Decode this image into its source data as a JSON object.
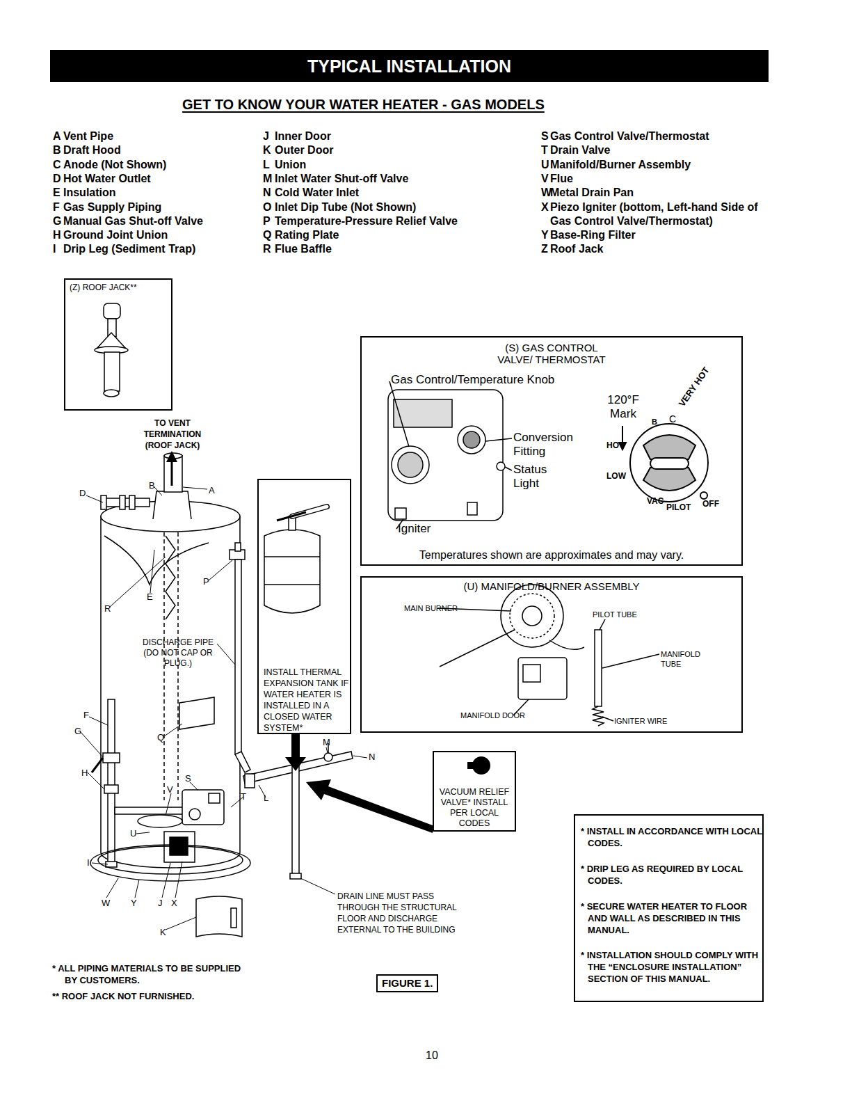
{
  "diagram": {
    "title": "TYPICAL INSTALLATION",
    "caption": "FIGURE 1.",
    "nodes": [
      {
        "text": [
          "(Z) ROOF JACK**"
        ]
      },
      {
        "text": [
          "INSTALL THERMAL EXPANSION TANK IF WATER HEATER IS INSTALLED IN A CLOSED WATER SYSTEM*"
        ]
      },
      {
        "text": [
          "(S) GAS CONTROL VALVE/ THERMOSTAT",
          "Temperatures shown are approximates and may vary."
        ]
      },
      {
        "text": [
          "(U) MANIFOLD/BURNER ASSEMBLY"
        ]
      },
      {
        "text": [
          "VACUUM RELIEF VALVE* INSTALL PER LOCAL CODES"
        ]
      },
      {
        "text": [
          "* INSTALL IN ACCORDANCE WITH LOCAL CODES.",
          "* DRIP LEG AS REQUIRED BY LOCAL CODES.",
          "* SECURE WATER HEATER TO FLOOR AND WALL AS DESCRIBED IN THIS MANUAL.",
          "* INSTALLATION SHOULD COMPLY WITH THE “ENCLOSURE INSTALLATION” SECTION OF THIS MANUAL."
        ]
      }
    ],
    "labels": [
      "GET TO KNOW YOUR WATER HEATER - GAS MODELS",
      "A",
      "Vent Pipe",
      "B",
      "Draft Hood",
      "C",
      "Anode (Not Shown)",
      "D",
      "Hot Water Outlet",
      "E",
      "Insulation",
      "F",
      "Gas Supply Piping",
      "G",
      "Manual Gas Shut-off Valve",
      "H",
      "Ground Joint Union",
      "I",
      "Drip Leg (Sediment Trap)",
      "J",
      "Inner Door",
      "K",
      "Outer Door",
      "L",
      "Union",
      "M",
      "Inlet Water Shut-off Valve",
      "N",
      "Cold Water Inlet",
      "O",
      "Inlet Dip Tube (Not Shown)",
      "P",
      "Temperature-Pressure Relief Valve",
      "Q",
      "Rating Plate",
      "R",
      "Flue Baffle",
      "S",
      "Gas Control Valve/Thermostat",
      "T",
      "Drain Valve",
      "U",
      "Manifold/Burner Assembly",
      "V",
      "Flue",
      "W",
      "Metal Drain Pan",
      "X",
      "Piezo Igniter (bottom, Left-hand Side of Gas Control Valve/Thermostat)",
      "Y",
      "Base-Ring Filter",
      "Z",
      "Roof Jack",
      "TO VENT TERMINATION (ROOF JACK)",
      "D",
      "B",
      "A",
      "P",
      "R",
      "E",
      "DISCHARGE PIPE (DO NOT CAP OR PLUG.)",
      "F",
      "G",
      "Q",
      "H",
      "V",
      "S",
      "T",
      "L",
      "M",
      "N",
      "I",
      "U",
      "W",
      "Y",
      "J",
      "X",
      "K",
      "DRAIN LINE MUST PASS THROUGH THE STRUCTURAL FLOOR AND DISCHARGE EXTERNAL TO THE BUILDING",
      "* ALL PIPING MATERIALS TO BE SUPPLIED BY CUSTOMERS.",
      "** ROOF JACK NOT FURNISHED.",
      "10",
      "Gas Control/Temperature Knob",
      "Conversion Fitting",
      "Status Light",
      "Igniter",
      "120°F Mark",
      "B",
      "C",
      "VERY HOT",
      "HOT",
      "LOW",
      "VAC",
      "PILOT",
      "OFF",
      "MAIN BURNER",
      "PILOT TUBE",
      "MANIFOLD TUBE",
      "MANIFOLD DOOR",
      "IGNITER WIRE"
    ]
  }
}
